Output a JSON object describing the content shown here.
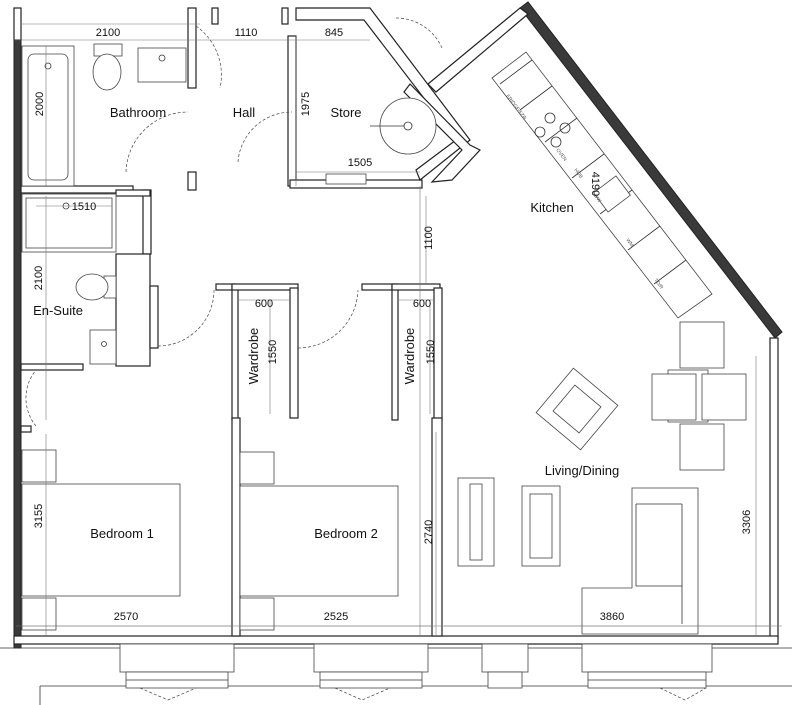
{
  "rooms": {
    "bathroom": "Bathroom",
    "hall": "Hall",
    "store": "Store",
    "kitchen": "Kitchen",
    "en_suite": "En-Suite",
    "wardrobe_1": "Wardrobe",
    "wardrobe_2": "Wardrobe",
    "bedroom_1": "Bedroom 1",
    "bedroom_2": "Bedroom 2",
    "living_dining": "Living/Dining"
  },
  "dimensions": {
    "bathroom_width": "2100",
    "hall_width": "1110",
    "store_width": "845",
    "bath_length": "2000",
    "store_depth": "1975",
    "store_length": "1505",
    "shower_width": "1510",
    "hall_passage": "1100",
    "en_suite_depth": "2100",
    "wardrobe_1_width": "600",
    "wardrobe_2_width": "600",
    "wardrobe_1_length": "1550",
    "wardrobe_2_length": "1550",
    "bedroom_1_depth": "3155",
    "bedroom_2_depth": "2740",
    "living_depth": "3306",
    "bedroom_1_width": "2570",
    "bedroom_2_width": "2525",
    "living_width": "3860",
    "kitchen_run": "4190"
  },
  "appliances": {
    "a1": "FRIDGE/FZR",
    "a2": "OVEN",
    "a3": "HOB",
    "a4": "DW",
    "a5": "WM",
    "a6": "TD/R"
  }
}
